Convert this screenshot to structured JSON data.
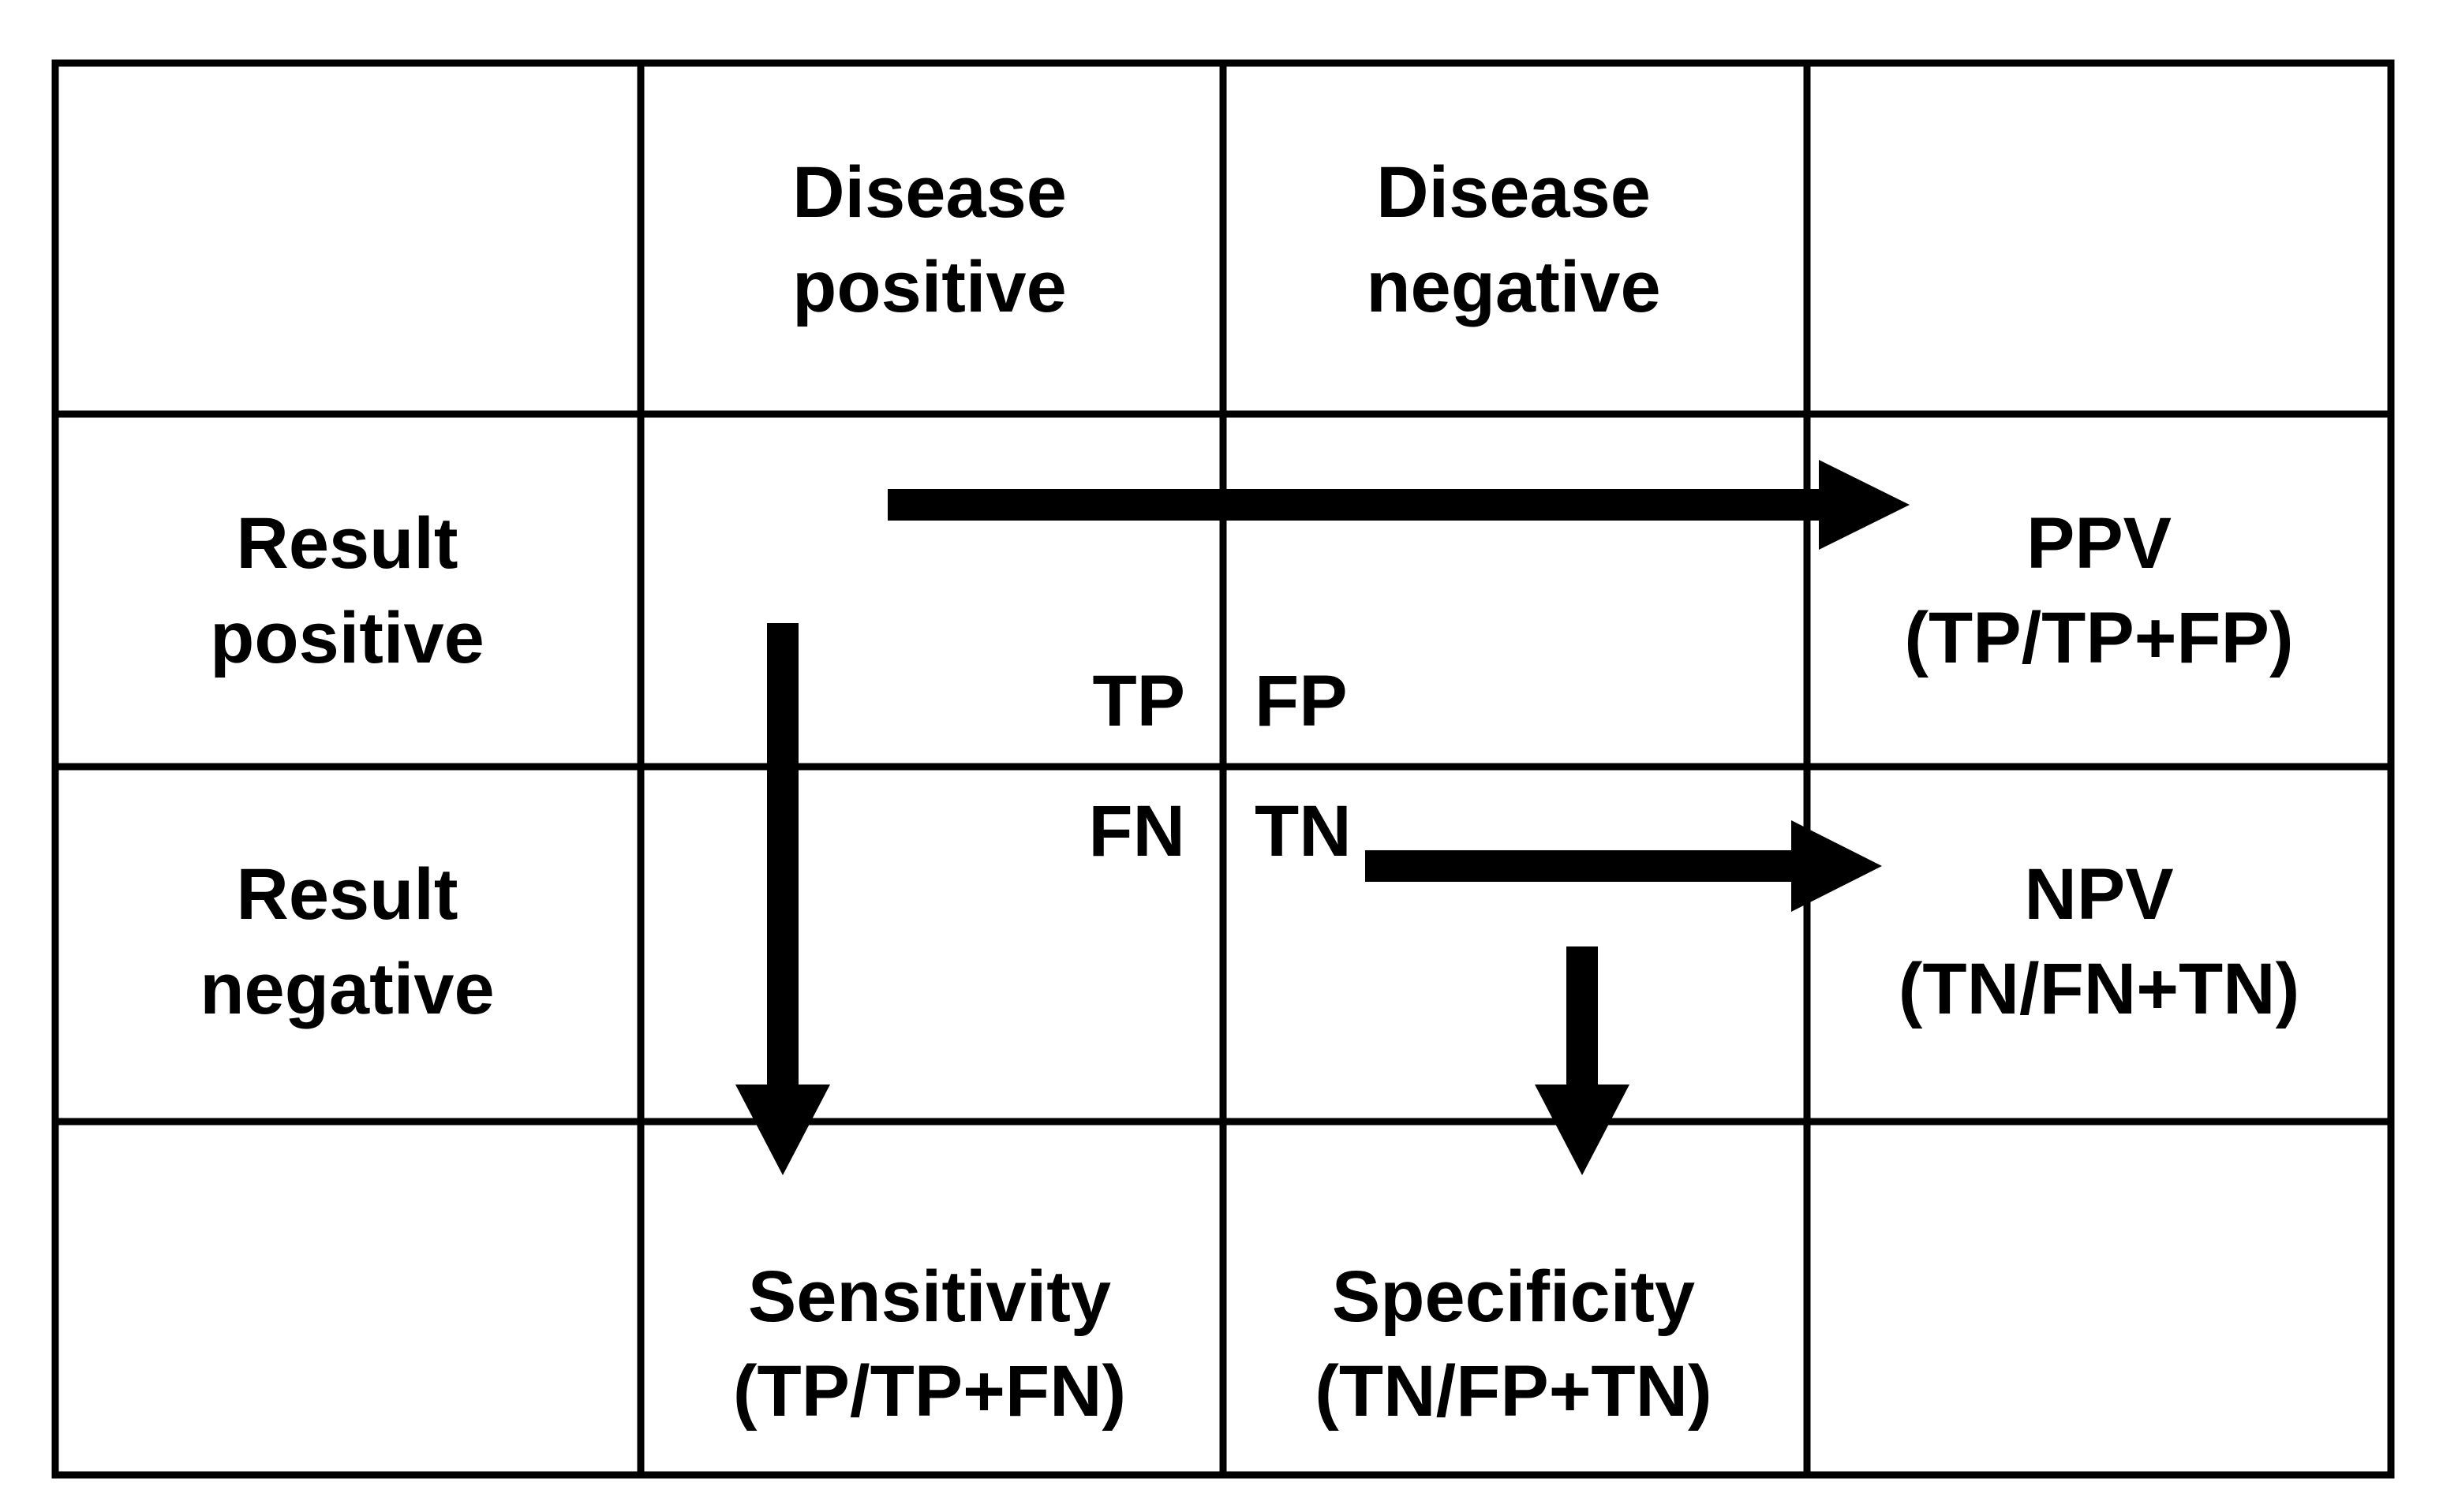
{
  "colors": {
    "background": "#ffffff",
    "ink": "#000000"
  },
  "header": {
    "disease_positive": [
      "Disease",
      "positive"
    ],
    "disease_negative": [
      "Disease",
      "negative"
    ]
  },
  "rows": {
    "result_positive": [
      "Result",
      "positive"
    ],
    "result_negative": [
      "Result",
      "negative"
    ]
  },
  "cells": {
    "tp": "TP",
    "fp": "FP",
    "fn": "FN",
    "tn": "TN"
  },
  "metrics": {
    "ppv": [
      "PPV",
      "(TP/TP+FP)"
    ],
    "npv": [
      "NPV",
      "(TN/FN+TN)"
    ],
    "sensitivity": [
      "Sensitivity",
      "(TP/TP+FN)"
    ],
    "specificity": [
      "Specificity",
      "(TN/FP+TN)"
    ]
  }
}
